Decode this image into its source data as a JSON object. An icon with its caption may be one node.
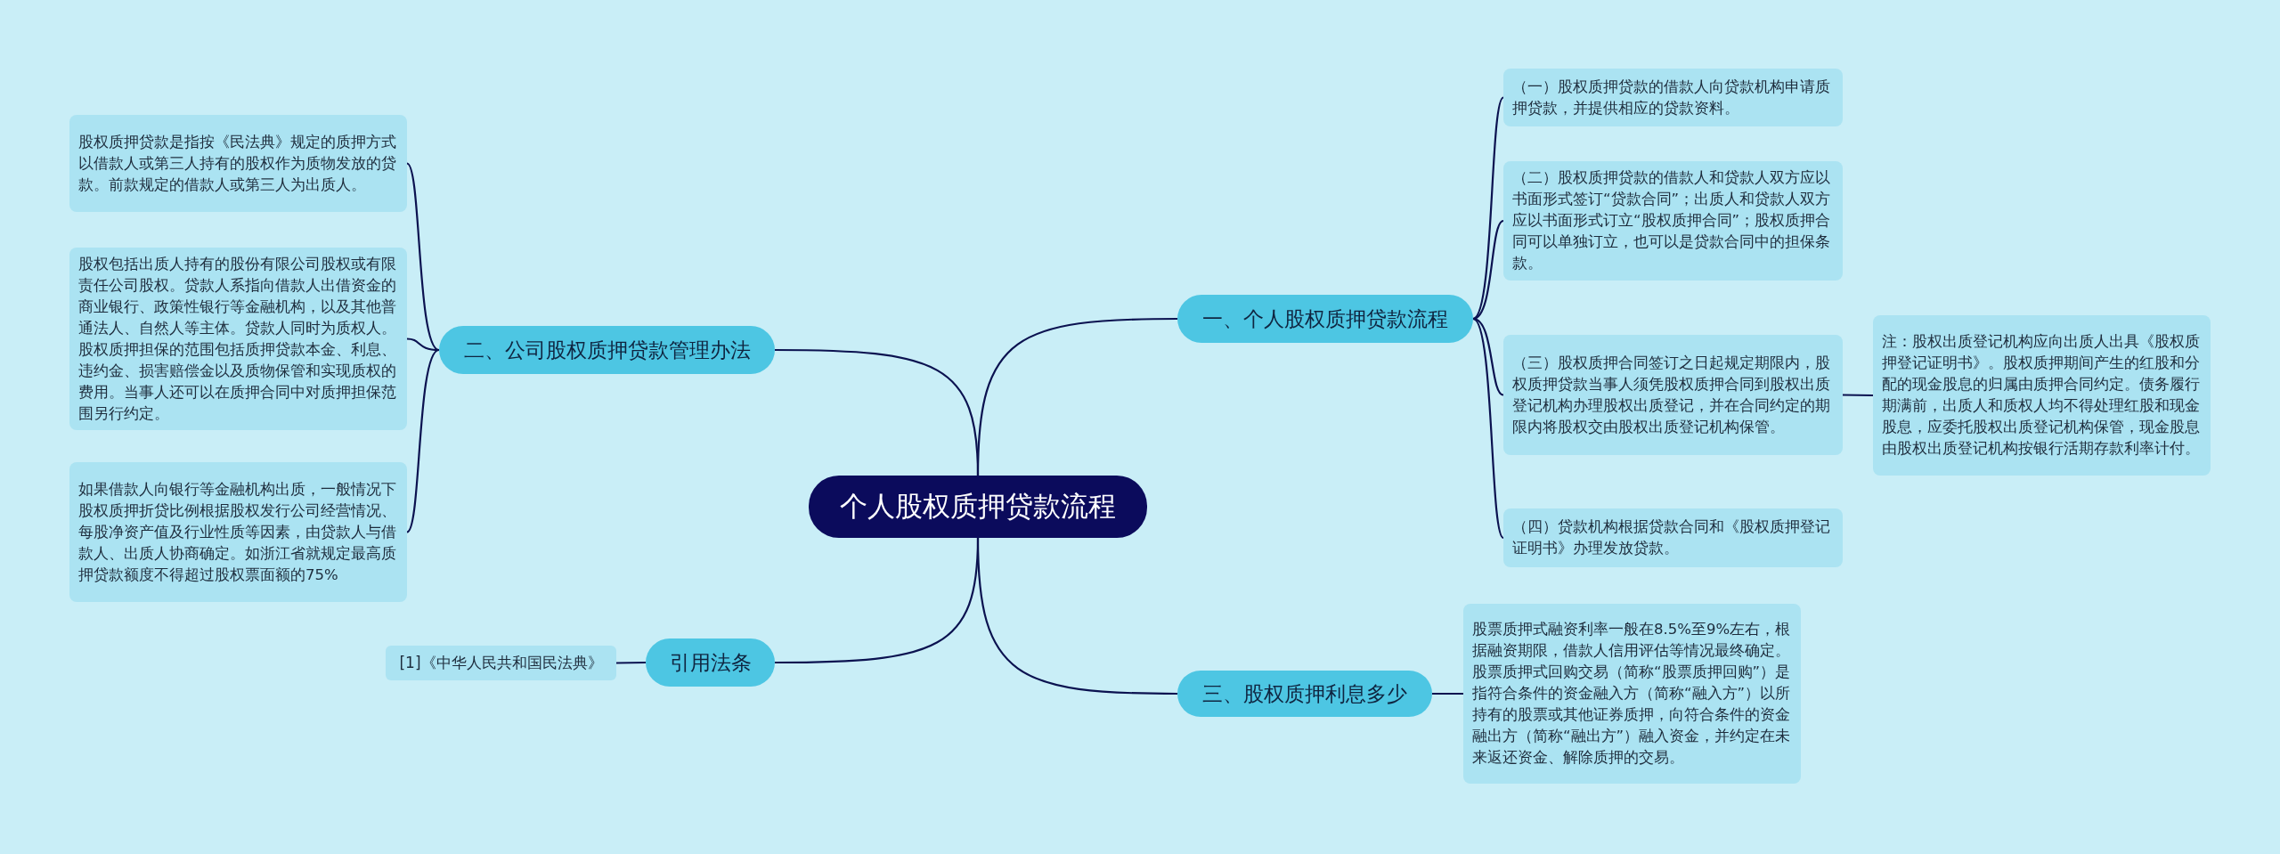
{
  "diagram": {
    "nodes": [
      {
        "text": [
          "个人股权质押贷款流程"
        ]
      },
      {
        "text": [
          "一、个人股权质押贷款流程"
        ]
      },
      {
        "text": [
          "（一）股权质押贷款的借款人向贷款机构申请质押贷款，并提供相应的贷款资料。"
        ]
      },
      {
        "text": [
          "（二）股权质押贷款的借款人和贷款人双方应以书面形式签订“贷款合同”；出质人和贷款人双方应以书面形式订立“股权质押合同”；股权质押合同可以单独订立，也可以是贷款合同中的担保条款。"
        ]
      },
      {
        "text": [
          "（三）股权质押合同签订之日起规定期限内，股权质押贷款当事人须凭股权质押合同到股权出质登记机构办理股权出质登记，并在合同约定的期限内将股权交由股权出质登记机构保管。"
        ]
      },
      {
        "text": [
          "（四）贷款机构根据贷款合同和《股权质押登记证明书》办理发放贷款。"
        ]
      },
      {
        "text": [
          "注：股权出质登记机构应向出质人出具《股权质押登记证明书》。股权质押期间产生的红股和分配的现金股息的归属由质押合同约定。债务履行期满前，出质人和质权人均不得处理红股和现金股息，应委托股权出质登记机构保管，现金股息由股权出质登记机构按银行活期存款利率计付。"
        ]
      },
      {
        "text": [
          "三、股权质押利息多少"
        ]
      },
      {
        "text": [
          "股票质押式融资利率一般在8.5%至9%左右，根据融资期限，借款人信用评估等情况最终确定。股票质押式回购交易（简称“股票质押回购”）是指符合条件的资金融入方（简称“融入方”）以所持有的股票或其他证券质押，向符合条件的资金融出方（简称“融出方”）融入资金，并约定在未来返还资金、解除质押的交易。"
        ]
      },
      {
        "text": [
          "二、公司股权质押贷款管理办法"
        ]
      },
      {
        "text": [
          "股权质押贷款是指按《民法典》规定的质押方式以借款人或第三人持有的股权作为质物发放的贷款。前款规定的借款人或第三人为出质人。"
        ]
      },
      {
        "text": [
          "股权包括出质人持有的股份有限公司股权或有限责任公司股权。贷款人系指向借款人出借资金的商业银行、政策性银行等金融机构，以及其他普通法人、自然人等主体。贷款人同时为质权人。股权质押担保的范围包括质押贷款本金、利息、违约金、损害赔偿金以及质物保管和实现质权的费用。当事人还可以在质押合同中对质押担保范围另行约定。"
        ]
      },
      {
        "text": [
          "如果借款人向银行等金融机构出质，一般情况下股权质押折贷比例根据股权发行公司经营情况、每股净资产值及行业性质等因素，由贷款人与借款人、出质人协商确定。如浙江省就规定最高质押贷款额度不得超过股权票面额的75%"
        ]
      },
      {
        "text": [
          "引用法条"
        ]
      },
      {
        "text": [
          "[1]《中华人民共和国民法典》"
        ]
      }
    ],
    "edges": [
      {
        "from": 0,
        "to": 1,
        "arrow": "none"
      },
      {
        "from": 1,
        "to": 2,
        "arrow": "none"
      },
      {
        "from": 1,
        "to": 3,
        "arrow": "none"
      },
      {
        "from": 1,
        "to": 4,
        "arrow": "none"
      },
      {
        "from": 1,
        "to": 5,
        "arrow": "none"
      },
      {
        "from": 4,
        "to": 6,
        "arrow": "none"
      },
      {
        "from": 0,
        "to": 7,
        "arrow": "none"
      },
      {
        "from": 7,
        "to": 8,
        "arrow": "none"
      },
      {
        "from": 0,
        "to": 9,
        "arrow": "none"
      },
      {
        "from": 9,
        "to": 10,
        "arrow": "none"
      },
      {
        "from": 9,
        "to": 11,
        "arrow": "none"
      },
      {
        "from": 9,
        "to": 12,
        "arrow": "none"
      },
      {
        "from": 0,
        "to": 13,
        "arrow": "none"
      },
      {
        "from": 13,
        "to": 14,
        "arrow": "none"
      }
    ]
  }
}
